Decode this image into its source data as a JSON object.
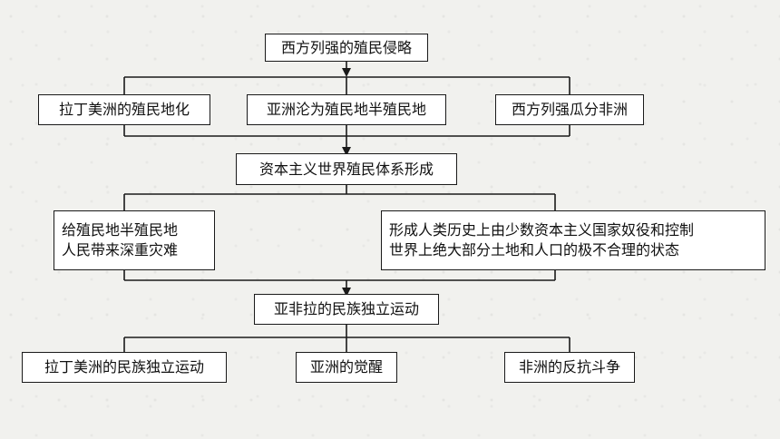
{
  "diagram": {
    "root": "西方列强的殖民侵略",
    "level1": [
      "拉丁美洲的殖民地化",
      "亚洲沦为殖民地半殖民地",
      "西方列强瓜分非洲"
    ],
    "center1": "资本主义世界殖民体系形成",
    "level2_left": [
      "给殖民地半殖民地",
      "人民带来深重灾难"
    ],
    "level2_right": [
      "形成人类历史上由少数资本主义国家奴役和控制",
      "世界上绝大部分土地和人口的极不合理的状态"
    ],
    "center2": "亚非拉的民族独立运动",
    "level3": [
      "拉丁美洲的民族独立运动",
      "亚洲的觉醒",
      "非洲的反抗斗争"
    ]
  },
  "colors": {
    "line": "#1a1a1a",
    "box_bg": "#ffffff",
    "page_bg": "#f1f1ee"
  }
}
